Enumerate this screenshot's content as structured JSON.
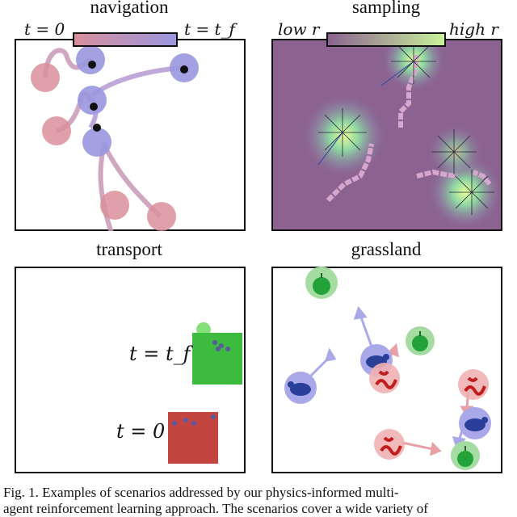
{
  "panels": {
    "navigation": {
      "title": "navigation",
      "label_start": "t = 0",
      "label_end": "t = t_f",
      "colors": {
        "start": "#d98f9b",
        "end": "#9a97e0"
      }
    },
    "sampling": {
      "title": "sampling",
      "label_low": "low r",
      "label_high": "high r",
      "colors": {
        "low": "#8c6390",
        "high": "#c8f29a"
      }
    },
    "transport": {
      "title": "transport",
      "label_tf": "t = t_f",
      "label_t0": "t = 0",
      "colors": {
        "goal": "#3dbb3f",
        "start_box": "#c2463f"
      }
    },
    "grassland": {
      "title": "grassland",
      "icons": [
        "apple-icon",
        "sheep-icon",
        "snake-icon"
      ]
    }
  },
  "caption": {
    "line1": "Fig. 1.   Examples of scenarios addressed by our physics-informed multi-",
    "line2": "agent reinforcement learning approach. The scenarios cover a wide variety of"
  }
}
